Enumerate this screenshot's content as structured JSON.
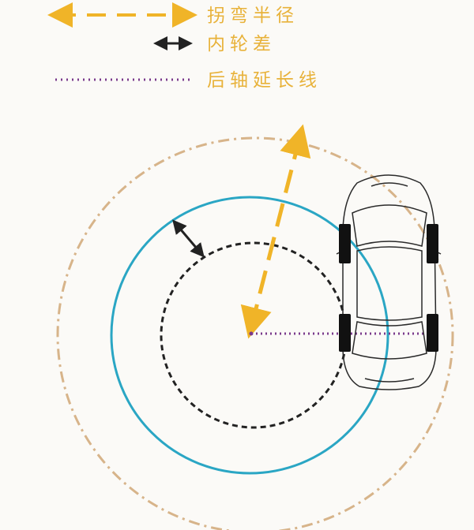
{
  "legend": {
    "items": [
      {
        "label": "拐弯半径",
        "color": "#f0b428",
        "style": "dashed-double-arrow"
      },
      {
        "label": "内轮差",
        "color": "#222222",
        "style": "solid-double-arrow"
      },
      {
        "label": "后轴延长线",
        "color": "#7a3a8c",
        "style": "dotted-line"
      }
    ]
  },
  "colors": {
    "turning_radius": "#f0b428",
    "outer_circle": "#d7b48a",
    "front_path_circle": "#2aa6c4",
    "rear_path_circle": "#222222",
    "rear_axle_line": "#7a3a8c",
    "car_outline": "#2a2a2a",
    "background": "#fbfaf7"
  }
}
